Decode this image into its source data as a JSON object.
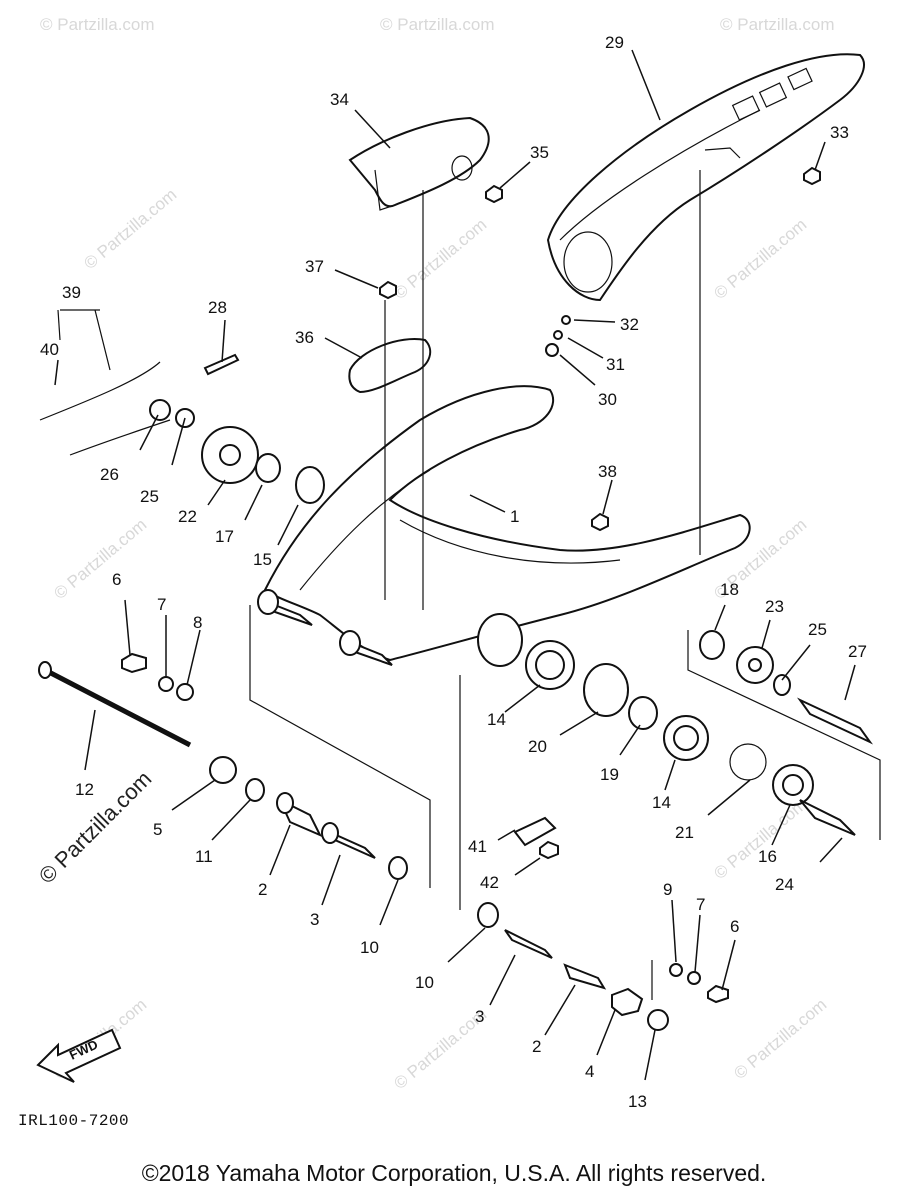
{
  "diagram": {
    "parts": [
      {
        "id": "p1",
        "label": "1"
      },
      {
        "id": "p2a",
        "label": "2"
      },
      {
        "id": "p2b",
        "label": "2"
      },
      {
        "id": "p3a",
        "label": "3"
      },
      {
        "id": "p3b",
        "label": "3"
      },
      {
        "id": "p4",
        "label": "4"
      },
      {
        "id": "p5",
        "label": "5"
      },
      {
        "id": "p6a",
        "label": "6"
      },
      {
        "id": "p6b",
        "label": "6"
      },
      {
        "id": "p7a",
        "label": "7"
      },
      {
        "id": "p7b",
        "label": "7"
      },
      {
        "id": "p8",
        "label": "8"
      },
      {
        "id": "p9",
        "label": "9"
      },
      {
        "id": "p10a",
        "label": "10"
      },
      {
        "id": "p10b",
        "label": "10"
      },
      {
        "id": "p11",
        "label": "11"
      },
      {
        "id": "p12",
        "label": "12"
      },
      {
        "id": "p13",
        "label": "13"
      },
      {
        "id": "p14a",
        "label": "14"
      },
      {
        "id": "p14b",
        "label": "14"
      },
      {
        "id": "p15",
        "label": "15"
      },
      {
        "id": "p16",
        "label": "16"
      },
      {
        "id": "p17",
        "label": "17"
      },
      {
        "id": "p18",
        "label": "18"
      },
      {
        "id": "p19",
        "label": "19"
      },
      {
        "id": "p20",
        "label": "20"
      },
      {
        "id": "p21",
        "label": "21"
      },
      {
        "id": "p22",
        "label": "22"
      },
      {
        "id": "p23",
        "label": "23"
      },
      {
        "id": "p24",
        "label": "24"
      },
      {
        "id": "p25a",
        "label": "25"
      },
      {
        "id": "p25b",
        "label": "25"
      },
      {
        "id": "p26",
        "label": "26"
      },
      {
        "id": "p27",
        "label": "27"
      },
      {
        "id": "p28",
        "label": "28"
      },
      {
        "id": "p29",
        "label": "29"
      },
      {
        "id": "p30",
        "label": "30"
      },
      {
        "id": "p31",
        "label": "31"
      },
      {
        "id": "p32",
        "label": "32"
      },
      {
        "id": "p33",
        "label": "33"
      },
      {
        "id": "p34",
        "label": "34"
      },
      {
        "id": "p35",
        "label": "35"
      },
      {
        "id": "p36",
        "label": "36"
      },
      {
        "id": "p37",
        "label": "37"
      },
      {
        "id": "p38",
        "label": "38"
      },
      {
        "id": "p39",
        "label": "39"
      },
      {
        "id": "p40",
        "label": "40"
      },
      {
        "id": "p41",
        "label": "41"
      },
      {
        "id": "p42",
        "label": "42"
      }
    ],
    "fwd_label": "FWD",
    "drawing_code": "IRL100-7200",
    "watermark": "© Partzilla.com",
    "big_watermark": "© Partzilla.com"
  },
  "footer": {
    "copyright": "©2018  Yamaha Motor Corporation, U.S.A. All rights reserved."
  }
}
